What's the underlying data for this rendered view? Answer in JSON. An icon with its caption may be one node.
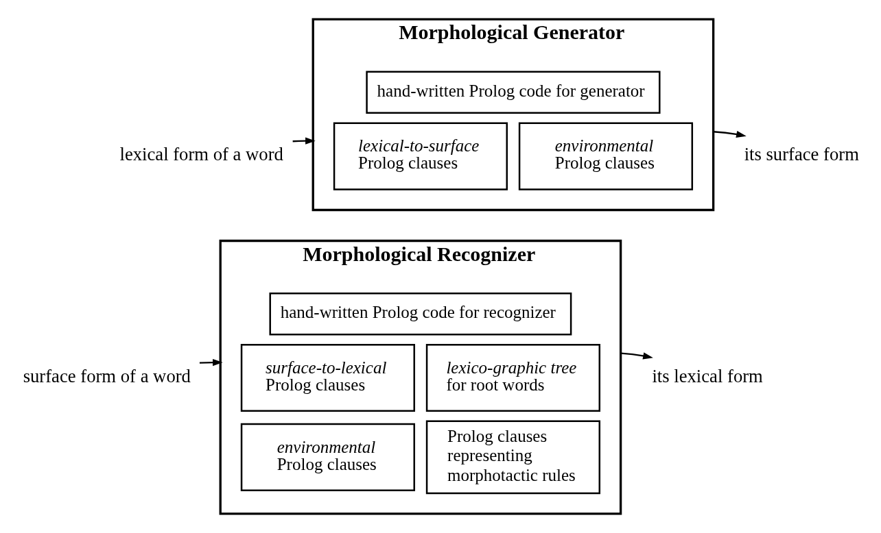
{
  "diagram": {
    "nodes": [
      {
        "text": [
          "Morphological Generator"
        ]
      },
      {
        "text": [
          "hand-written Prolog code for generator"
        ],
        "in": 0
      },
      {
        "text": [
          "*lexical-to-surface* Prolog clauses"
        ],
        "in": 0
      },
      {
        "text": [
          "*environmental* Prolog clauses"
        ],
        "in": 0
      },
      {
        "text": [
          "lexical form of a word"
        ]
      },
      {
        "text": [
          "its surface form"
        ]
      },
      {
        "text": [
          "Morphological Recognizer"
        ]
      },
      {
        "text": [
          "hand-written Prolog code for recognizer"
        ],
        "in": 6
      },
      {
        "text": [
          "*surface-to-lexical* Prolog clauses"
        ],
        "in": 6
      },
      {
        "text": [
          "*lexico-graphic tree* for root words"
        ],
        "in": 6
      },
      {
        "text": [
          "*environmental* Prolog clauses"
        ],
        "in": 6
      },
      {
        "text": [
          "Prolog clauses representing morphotactic rules"
        ],
        "in": 6
      },
      {
        "text": [
          "surface form of a word"
        ]
      },
      {
        "text": [
          "its lexical form"
        ]
      }
    ],
    "edges": [
      {
        "from": 4,
        "to": 0,
        "arrow": "to"
      },
      {
        "from": 0,
        "to": 5,
        "arrow": "to"
      },
      {
        "from": 12,
        "to": 6,
        "arrow": "to"
      },
      {
        "from": 6,
        "to": 13,
        "arrow": "to"
      }
    ]
  }
}
